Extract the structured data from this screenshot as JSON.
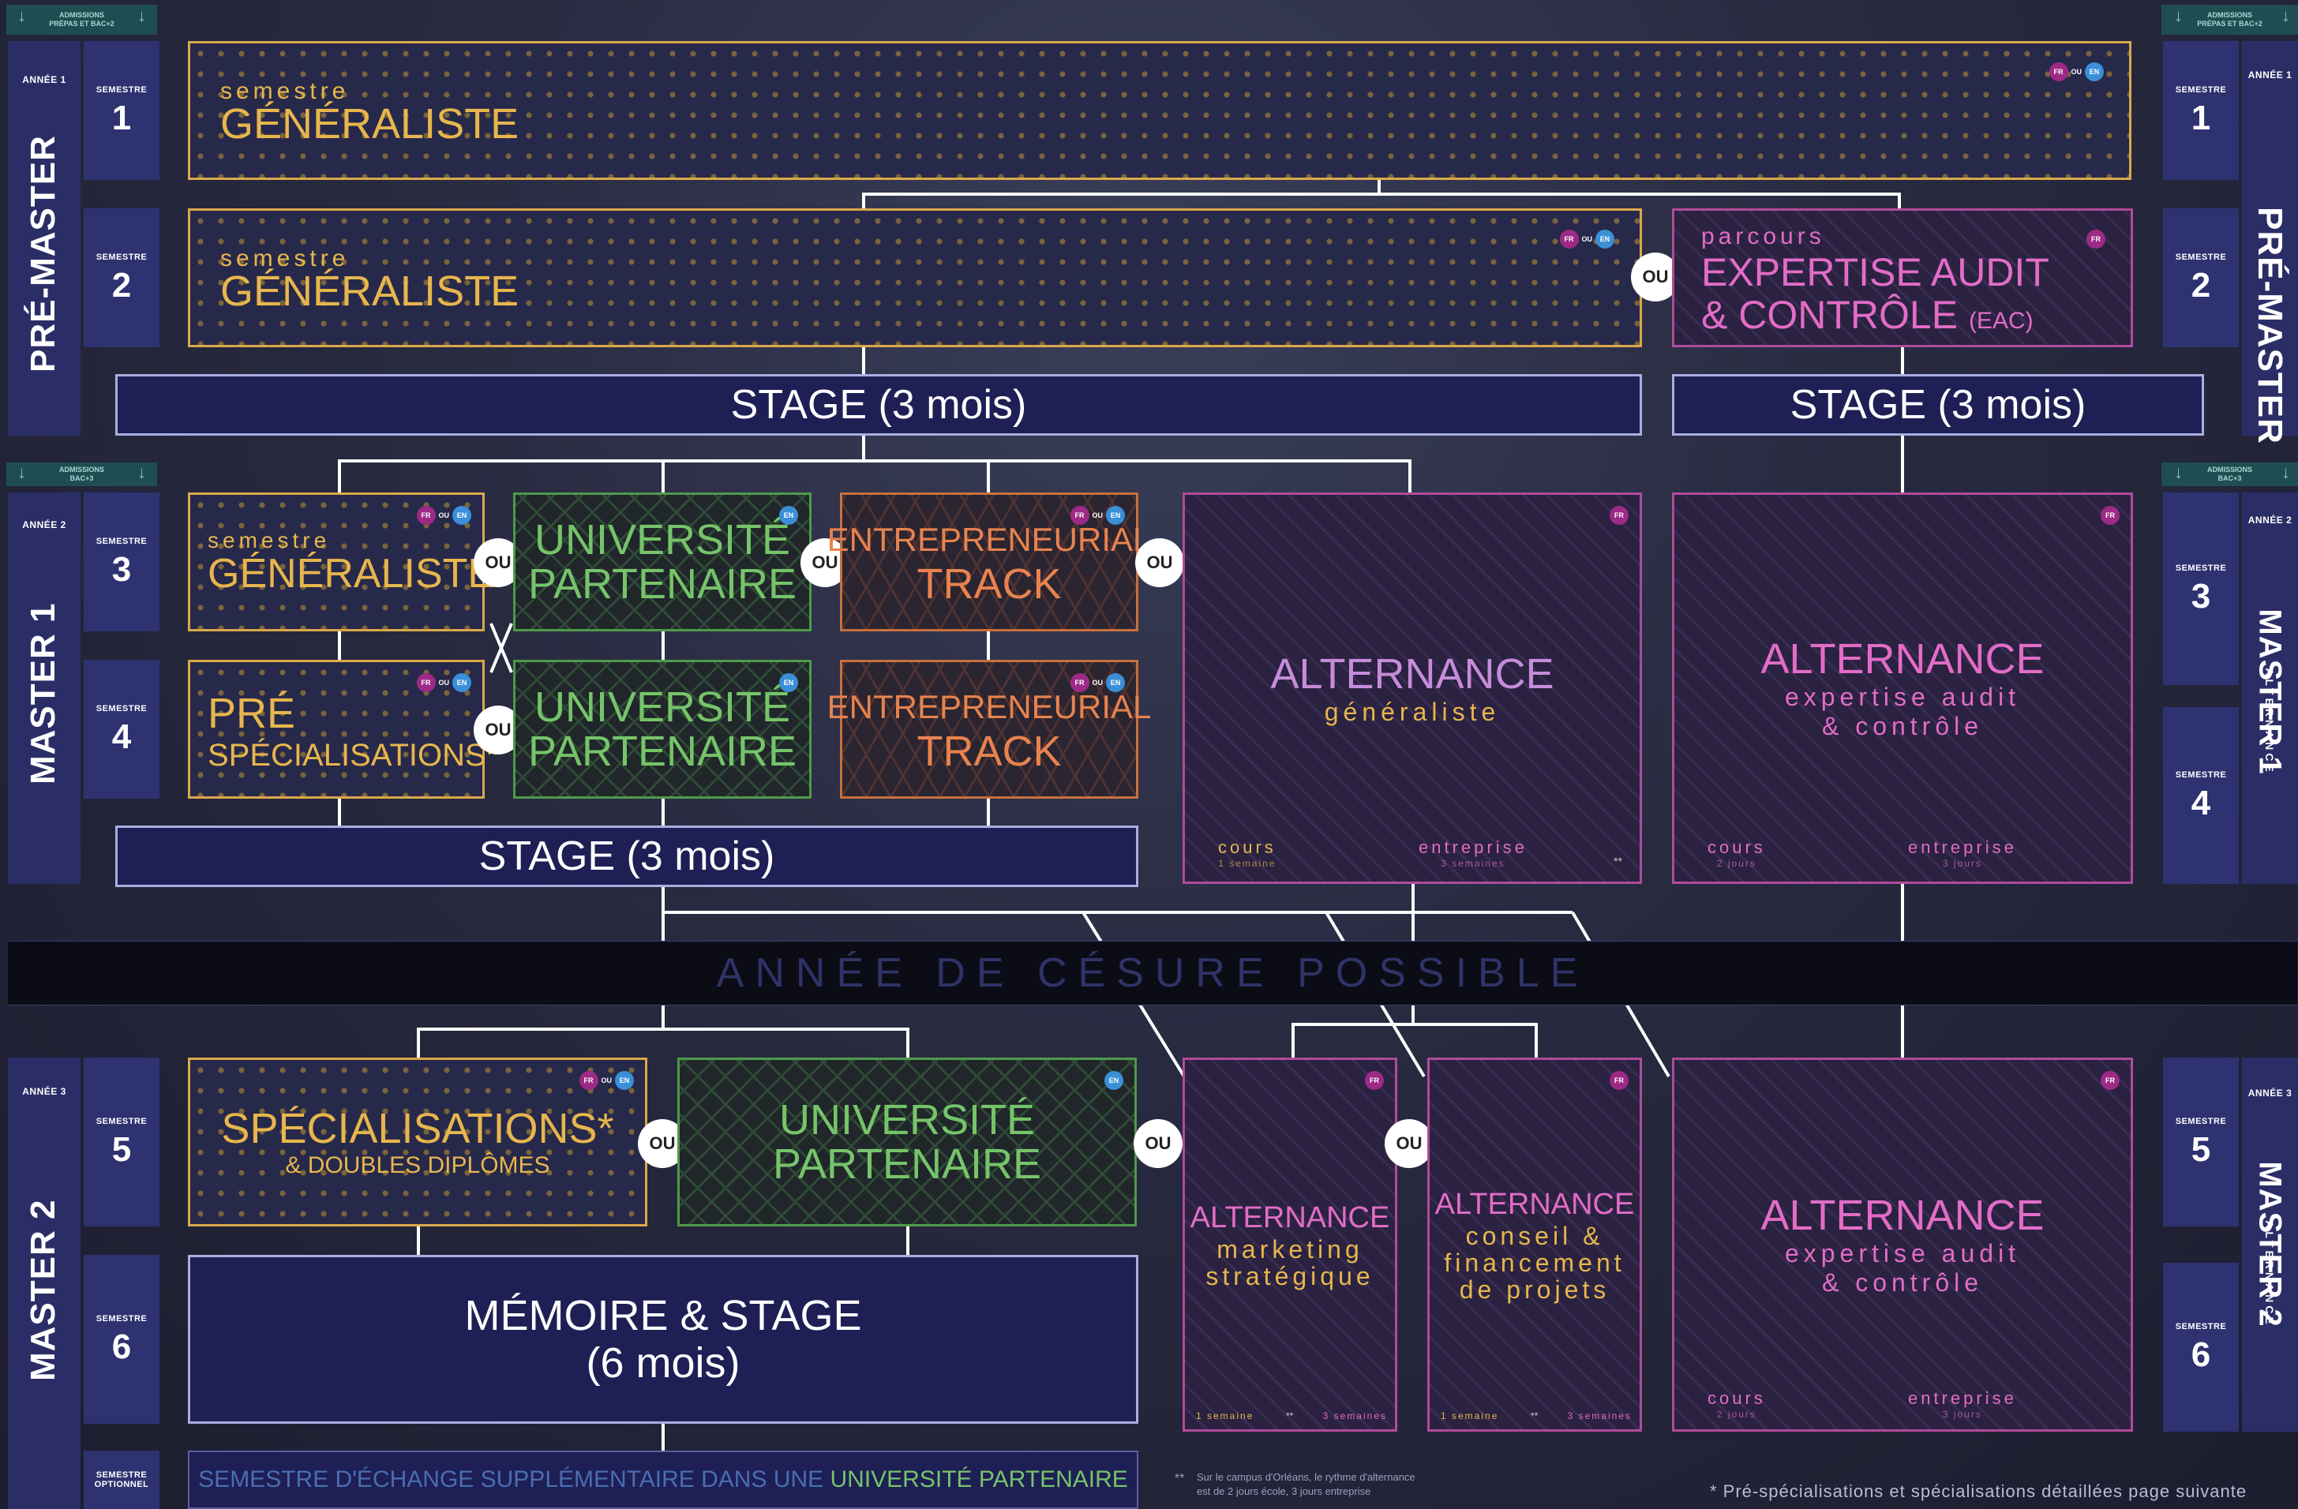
{
  "admissions": {
    "label_top": "ADMISSIONS",
    "prepas": "PRÉPAS ET BAC+2",
    "bac3": "BAC+3"
  },
  "left": {
    "premaster": "PRÉ-MASTER",
    "master1": "MASTER 1",
    "master2": "MASTER 2",
    "annee1": "ANNÉE 1",
    "annee2": "ANNÉE 2",
    "annee3": "ANNÉE 3",
    "semestre": "SEMESTRE",
    "optionnel": "SEMESTRE OPTIONNEL",
    "nums": [
      "1",
      "2",
      "3",
      "4",
      "5",
      "6"
    ]
  },
  "right": {
    "premaster": "PRÉ-MASTER",
    "master1": "MASTER 1",
    "master2": "MASTER 2",
    "alternance": "ALTERNANCE"
  },
  "badges": {
    "fr": "FR",
    "en": "EN",
    "ou": "OU"
  },
  "ou": "OU",
  "boxes": {
    "s1_small": "semestre",
    "s1_big": "GÉNÉRALISTE",
    "s2_small": "semestre",
    "s2_big": "GÉNÉRALISTE",
    "eac_small": "parcours",
    "eac_big1": "EXPERTISE AUDIT",
    "eac_big2": "& CONTRÔLE",
    "eac_abbr": "(EAC)",
    "stage1": "STAGE (3 mois)",
    "stage2": "STAGE (3 mois)",
    "stage3": "STAGE (3 mois)",
    "m1_gen_small": "semestre",
    "m1_gen_big": "GÉNÉRALISTE",
    "univ_1": "UNIVERSITÉ",
    "univ_2": "PARTENAIRE",
    "entre_1": "ENTREPRENEURIAL",
    "entre_2": "TRACK",
    "pre_1": "PRÉ",
    "pre_2": "SPÉCIALISATIONS*",
    "alt_gen_1": "ALTERNANCE",
    "alt_gen_2": "généraliste",
    "alt_eac_1": "ALTERNANCE",
    "alt_eac_2": "expertise audit",
    "alt_eac_3": "& contrôle",
    "cours": "cours",
    "entreprise": "entreprise",
    "une_semaine": "1 semaine",
    "trois_semaines": "3 semaines",
    "deux_jours": "2 jours",
    "trois_jours": "3 jours",
    "stars": "**",
    "cesure": "ANNÉE DE CÉSURE POSSIBLE",
    "spec_1": "SPÉCIALISATIONS*",
    "spec_2": "& DOUBLES DIPLÔMES",
    "alt_mkt_1": "ALTERNANCE",
    "alt_mkt_2": "marketing",
    "alt_mkt_3": "stratégique",
    "alt_cfp_1": "ALTERNANCE",
    "alt_cfp_2": "conseil &",
    "alt_cfp_3": "financement",
    "alt_cfp_4": "de projets",
    "memoire_1": "MÉMOIRE & STAGE",
    "memoire_2": "(6 mois)",
    "echange_a": "SEMESTRE D'ÉCHANGE SUPPLÉMENTAIRE DANS UNE ",
    "echange_b": "UNIVERSITÉ PARTENAIRE"
  },
  "footnotes": {
    "orleans_stars": "**",
    "orleans_1": "Sur le campus d'Orléans, le rythme d'alternance",
    "orleans_2": "est de 2 jours école, 3 jours entreprise",
    "spec": "* Pré-spécialisations et spécialisations détaillées page suivante"
  },
  "colors": {
    "gold": "#e7b64d",
    "green": "#76c46a",
    "orange": "#e8834e",
    "pink": "#e36cc7",
    "navy": "#1e1f55"
  }
}
